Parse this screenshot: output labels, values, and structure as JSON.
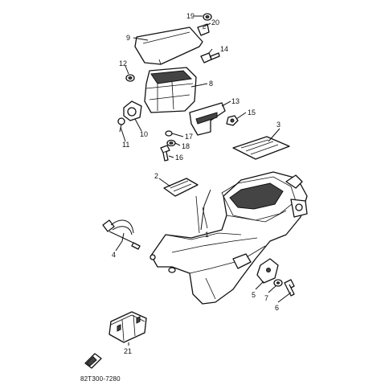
{
  "diagram": {
    "code": "82T300-7280",
    "callouts": {
      "c1": "1",
      "c2": "2",
      "c3": "3",
      "c4": "4",
      "c5": "5",
      "c6": "6",
      "c7": "7",
      "c8": "8",
      "c9": "9",
      "c10": "10",
      "c11": "11",
      "c12": "12",
      "c13": "13",
      "c14": "14",
      "c15": "15",
      "c16": "16",
      "c17": "17",
      "c18": "18",
      "c19": "19",
      "c20": "20",
      "c21": "21"
    }
  }
}
